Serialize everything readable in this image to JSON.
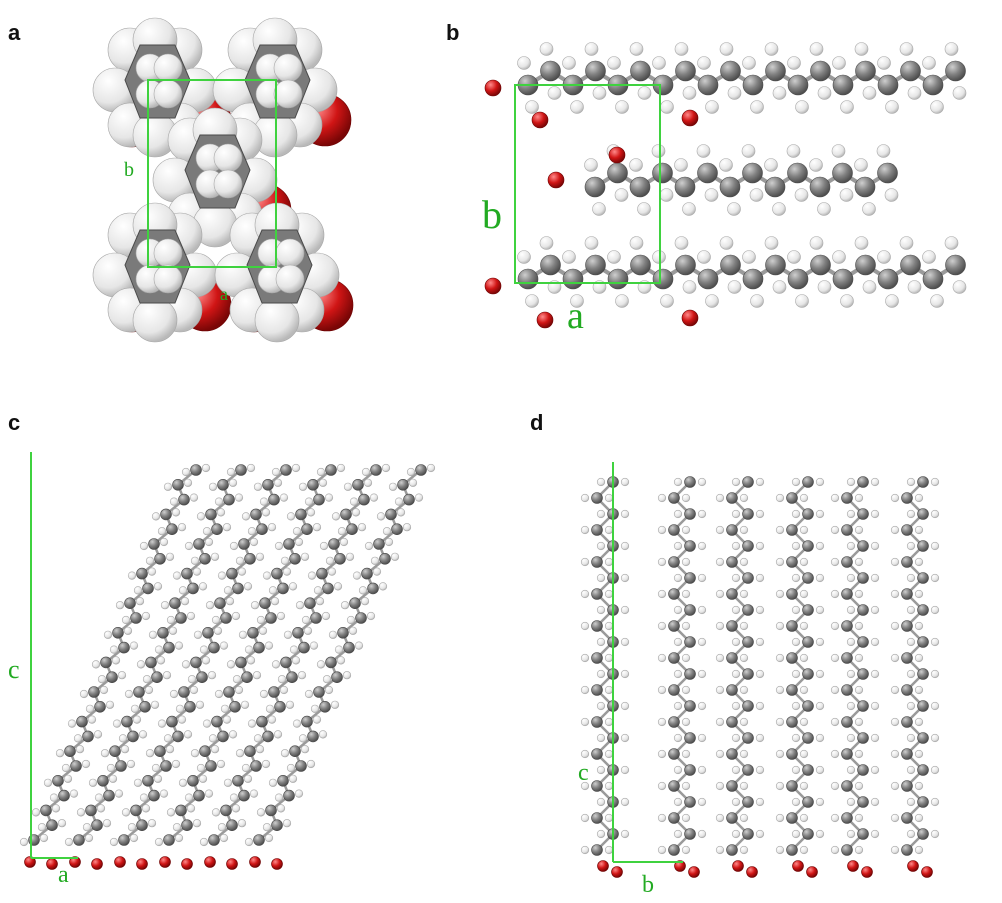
{
  "panels": [
    {
      "id": "a",
      "label": "a",
      "axes": [
        "b",
        "a"
      ]
    },
    {
      "id": "b",
      "label": "b",
      "axes": [
        "b",
        "a"
      ]
    },
    {
      "id": "c",
      "label": "c",
      "axes": [
        "c",
        "a"
      ]
    },
    {
      "id": "d",
      "label": "d",
      "axes": [
        "c",
        "b"
      ]
    }
  ],
  "colors": {
    "carbon": "#7f7f7f",
    "hydrogen": "#f2f2f2",
    "oxygen": "#d01515",
    "cell": "#3fd23f",
    "cell_label": "#22aa22"
  }
}
